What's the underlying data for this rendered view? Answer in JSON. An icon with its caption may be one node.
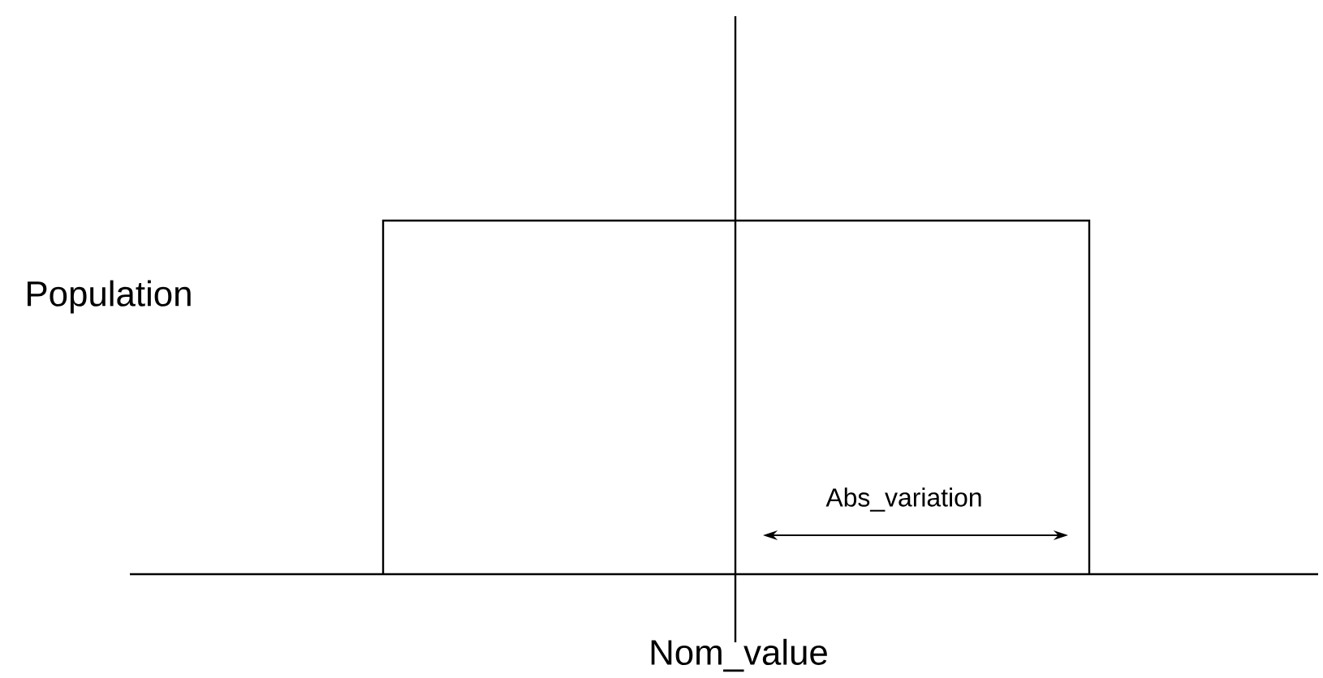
{
  "diagram": {
    "labels": [
      "Population",
      "Abs_variation",
      "Nom_value"
    ]
  }
}
